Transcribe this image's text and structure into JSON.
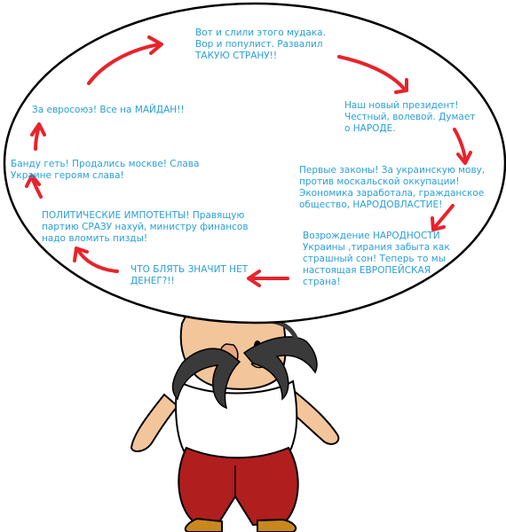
{
  "cycle": {
    "step1": [
      "Вот и слили этого мудака.",
      "Вор и популист. Развалил",
      "ТАКУЮ СТРАНУ!!"
    ],
    "step2": [
      "Наш новый президент!",
      "Честный, волевой. Думает",
      "о НАРОДЕ."
    ],
    "step3": [
      "Первые законы! За украинскую мову,",
      "против москальской оккупации!",
      "Экономика заработала, гражданское",
      "общество, НАРОДОВЛАСТИЕ!"
    ],
    "step4": [
      "Возрождение НАРОДНОСТИ",
      "Украины ,тирания забыта как",
      "страшный сон! Теперь то мы",
      "настоящая ЕВРОПЕЙСКАЯ",
      "страна!"
    ],
    "step5": [
      "ЧТО БЛЯТЬ ЗНАЧИТ НЕТ",
      "ДЕНЕГ?!!"
    ],
    "step6": [
      "ПОЛИТИЧЕСКИЕ ИМПОТЕНТЫ! Правящую",
      "партию СРАЗУ нахуй, министру финансов",
      "надо вломить пизды!"
    ],
    "step7": [
      "Банду геть! Продались москве! Слава",
      "Украине героям слава!"
    ],
    "step8": [
      "За евросоюз! Все на МАЙДАН!!"
    ]
  },
  "colors": {
    "text": "#2a9fd8",
    "arrow": "#e8232b",
    "outline": "#000000",
    "pants": "#b01e1e"
  }
}
